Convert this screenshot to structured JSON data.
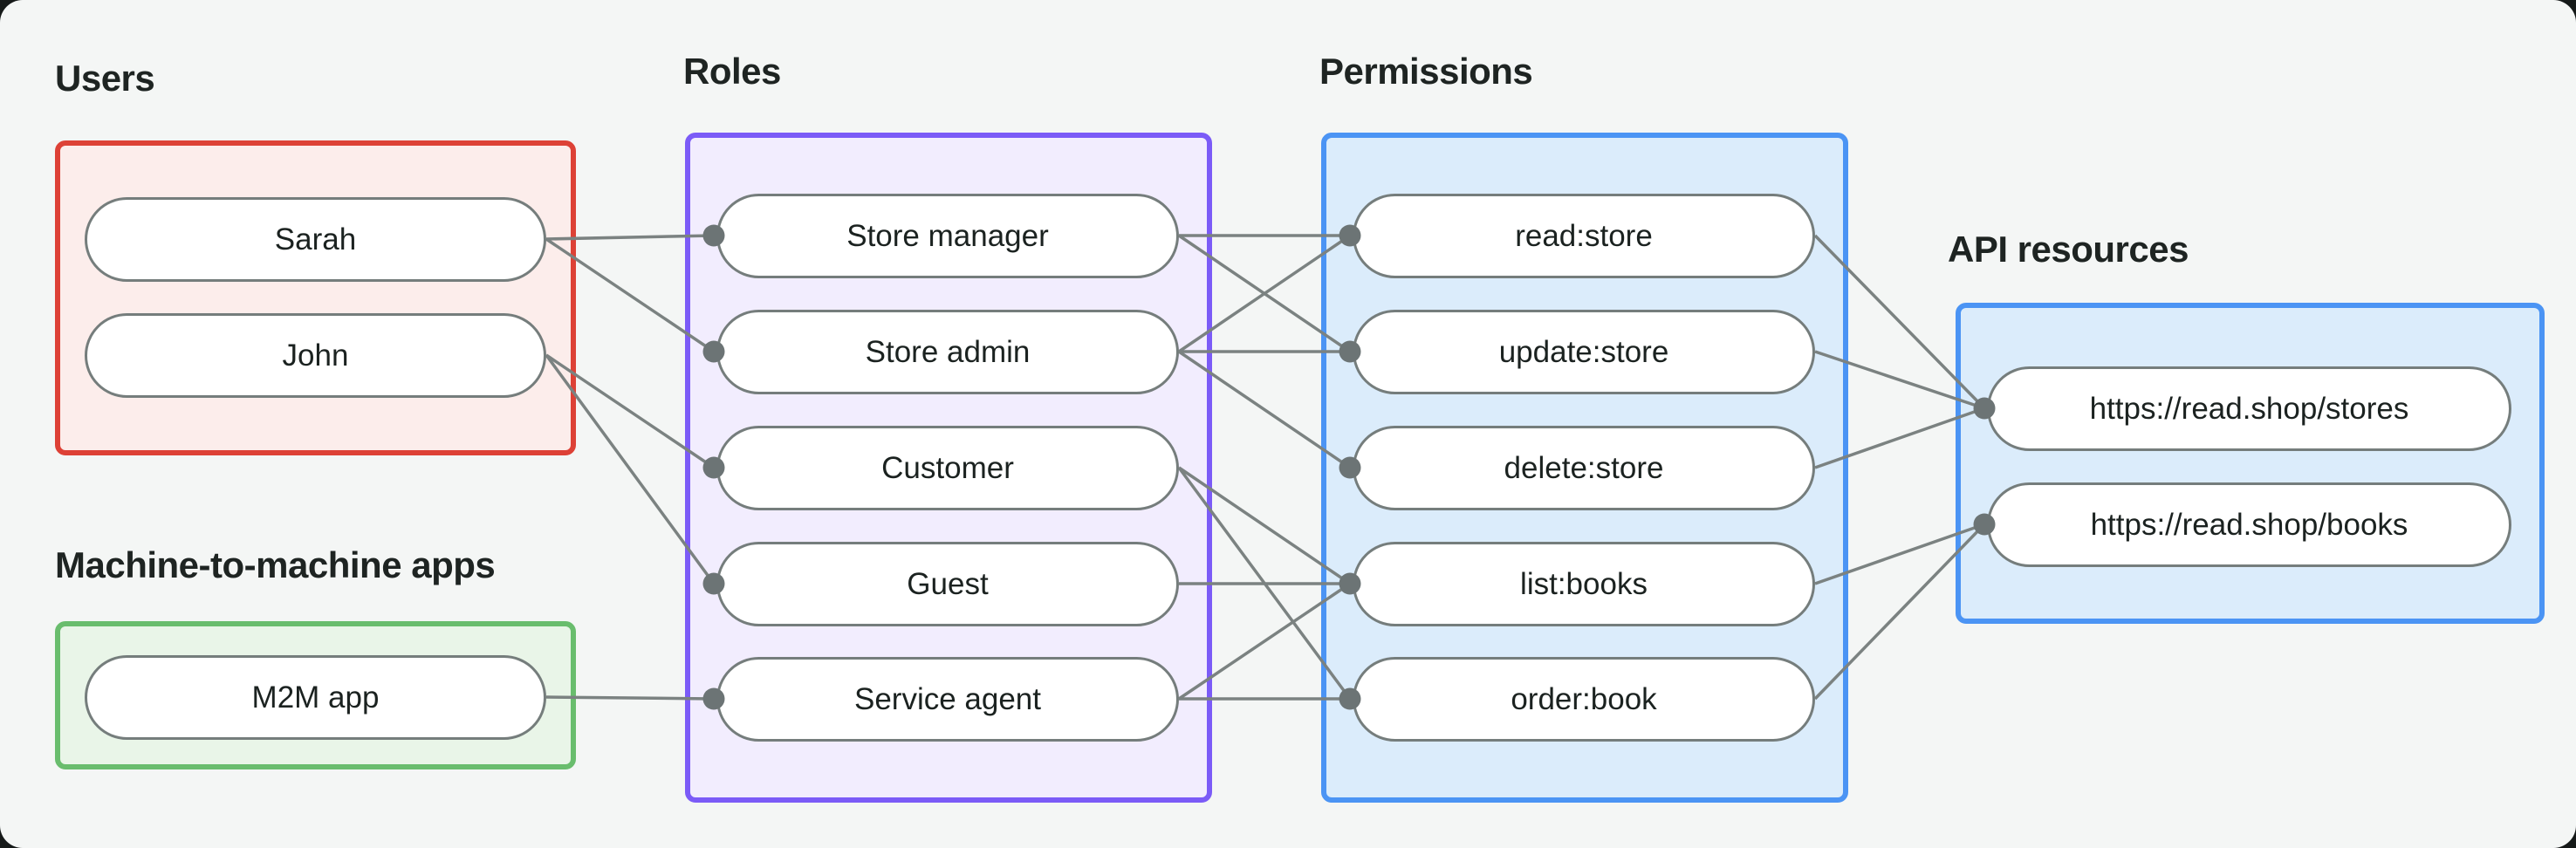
{
  "diagram": {
    "colors": {
      "canvas_background": "#f4f6f5",
      "outer_background": "#161a19",
      "pill_fill": "#ffffff",
      "pill_border": "#757d7c",
      "edge_line": "#7b8281",
      "edge_dot": "#6c7475",
      "heading_text": "#1e2422",
      "pill_text": "#1b2220",
      "users_border": "#dd4136",
      "users_fill": "#fcedeb",
      "m2m_border": "#69bd6d",
      "m2m_fill": "#e9f5e8",
      "roles_border": "#7b5bf7",
      "roles_fill": "#f2edfe",
      "permissions_border": "#4b94f4",
      "permissions_fill": "#dbecfb",
      "api_border": "#4b94f4",
      "api_fill": "#dbecfb"
    },
    "groups": {
      "users": {
        "label": "Users"
      },
      "m2m": {
        "label": "Machine-to-machine apps"
      },
      "roles": {
        "label": "Roles"
      },
      "permissions": {
        "label": "Permissions"
      },
      "api": {
        "label": "API resources"
      }
    },
    "nodes": {
      "sarah": "Sarah",
      "john": "John",
      "m2m_app": "M2M app",
      "store_manager": "Store manager",
      "store_admin": "Store admin",
      "customer": "Customer",
      "guest": "Guest",
      "service_agent": "Service agent",
      "read_store": "read:store",
      "update_store": "update:store",
      "delete_store": "delete:store",
      "list_books": "list:books",
      "order_book": "order:book",
      "stores_resource": "https://read.shop/stores",
      "books_resource": "https://read.shop/books"
    },
    "edges": [
      [
        "sarah",
        "store_manager"
      ],
      [
        "sarah",
        "store_admin"
      ],
      [
        "john",
        "customer"
      ],
      [
        "john",
        "guest"
      ],
      [
        "m2m_app",
        "service_agent"
      ],
      [
        "store_manager",
        "read_store"
      ],
      [
        "store_manager",
        "update_store"
      ],
      [
        "store_admin",
        "read_store"
      ],
      [
        "store_admin",
        "update_store"
      ],
      [
        "store_admin",
        "delete_store"
      ],
      [
        "customer",
        "list_books"
      ],
      [
        "customer",
        "order_book"
      ],
      [
        "guest",
        "list_books"
      ],
      [
        "service_agent",
        "list_books"
      ],
      [
        "service_agent",
        "order_book"
      ],
      [
        "read_store",
        "stores_resource"
      ],
      [
        "update_store",
        "stores_resource"
      ],
      [
        "delete_store",
        "stores_resource"
      ],
      [
        "list_books",
        "books_resource"
      ],
      [
        "order_book",
        "books_resource"
      ]
    ]
  }
}
